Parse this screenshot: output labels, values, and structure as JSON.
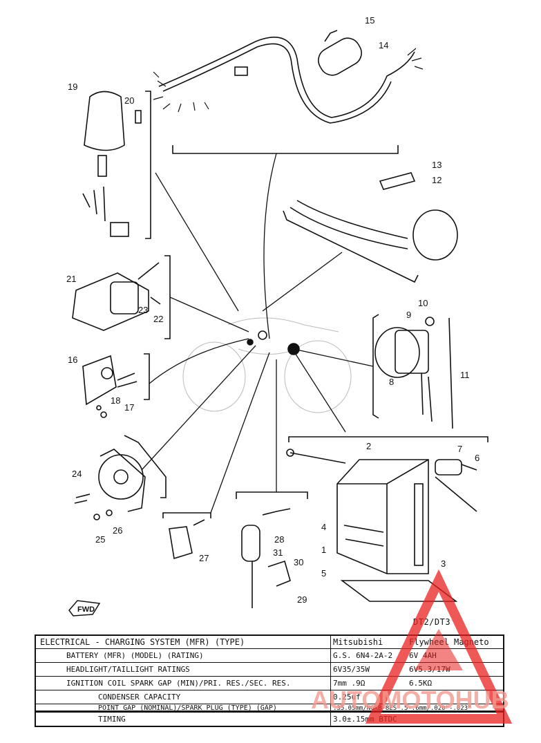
{
  "callouts": [
    "1",
    "2",
    "3",
    "4",
    "5",
    "6",
    "7",
    "8",
    "9",
    "10",
    "11",
    "12",
    "13",
    "14",
    "15",
    "16",
    "17",
    "18",
    "19",
    "20",
    "21",
    "22",
    "23",
    "24",
    "25",
    "26",
    "27",
    "28",
    "29",
    "30",
    "31"
  ],
  "fwd_label": "FWD",
  "model_header": "DT2/DT3",
  "table": {
    "rows": [
      {
        "label": "ELECTRICAL - CHARGING SYSTEM (MFR) (TYPE)",
        "v1": "Mitsubishi",
        "v2": "Flywheel Magneto"
      },
      {
        "label": "BATTERY (MFR) (MODEL) (RATING)",
        "v1": "G.S. 6N4-2A-2",
        "v2": "6V 4AH"
      },
      {
        "label": "HEADLIGHT/TAILLIGHT RATINGS",
        "v1": "6V35/35W",
        "v2": "6V5.3/17W"
      },
      {
        "label": "IGNITION COIL SPARK GAP (MIN)/PRI. RES./SEC. RES.",
        "v1": "7mm    .9Ω",
        "v2": "6.5KΩ"
      },
      {
        "label": "CONDENSER CAPACITY",
        "full": "0.25uf"
      },
      {
        "label": "POINT GAP (NOMINAL)/SPARK PLUG (TYPE) (GAP)",
        "full": ".35.05mm/NGKB-8ES .5-.6mm/.020\"-.023\""
      },
      {
        "label": "TIMING",
        "full": "3.0±.15mm BTDC"
      }
    ]
  },
  "watermark": {
    "text": "AUTOMOTOHUB",
    "color_red": "#e8211f",
    "color_accent": "#f39a8f"
  }
}
